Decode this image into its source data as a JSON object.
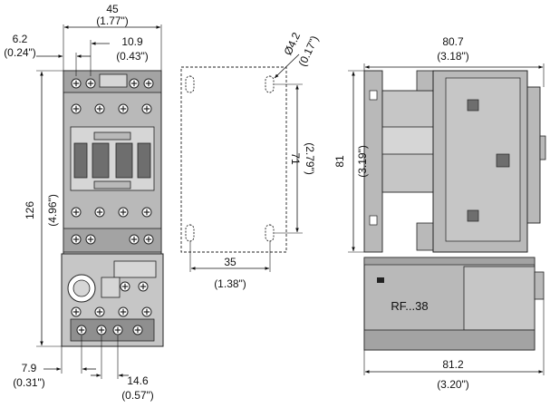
{
  "front_view": {
    "width": {
      "mm": "45",
      "in": "(1.77\")"
    },
    "left_offset": {
      "mm": "6.2",
      "in": "(0.24\")"
    },
    "terminal_pitch": {
      "mm": "10.9",
      "in": "(0.43\")"
    },
    "height": {
      "mm": "126",
      "in": "(4.96\")"
    },
    "bottom_offset": {
      "mm": "7.9",
      "in": "(0.31\")"
    },
    "bottom_pitch": {
      "mm": "14.6",
      "in": "(0.57\")"
    }
  },
  "mounting_view": {
    "hole_diameter": {
      "mm": "Ø4.2",
      "in": "(0.17\")"
    },
    "hole_spacing_v": {
      "mm": "71",
      "in": "(2.79\")"
    },
    "hole_spacing_h": {
      "mm": "35",
      "in": "(1.38\")"
    }
  },
  "side_view": {
    "top_depth": {
      "mm": "80.7",
      "in": "(3.18\")"
    },
    "contactor_height": {
      "mm": "81",
      "in": "(3.19\")"
    },
    "bottom_depth": {
      "mm": "81.2",
      "in": "(3.20\")"
    },
    "relay_label": "RF...38"
  },
  "colors": {
    "body": "#b9b9b9",
    "dark": "#6e6e6e",
    "light": "#d6d6d6",
    "line": "#111111"
  }
}
